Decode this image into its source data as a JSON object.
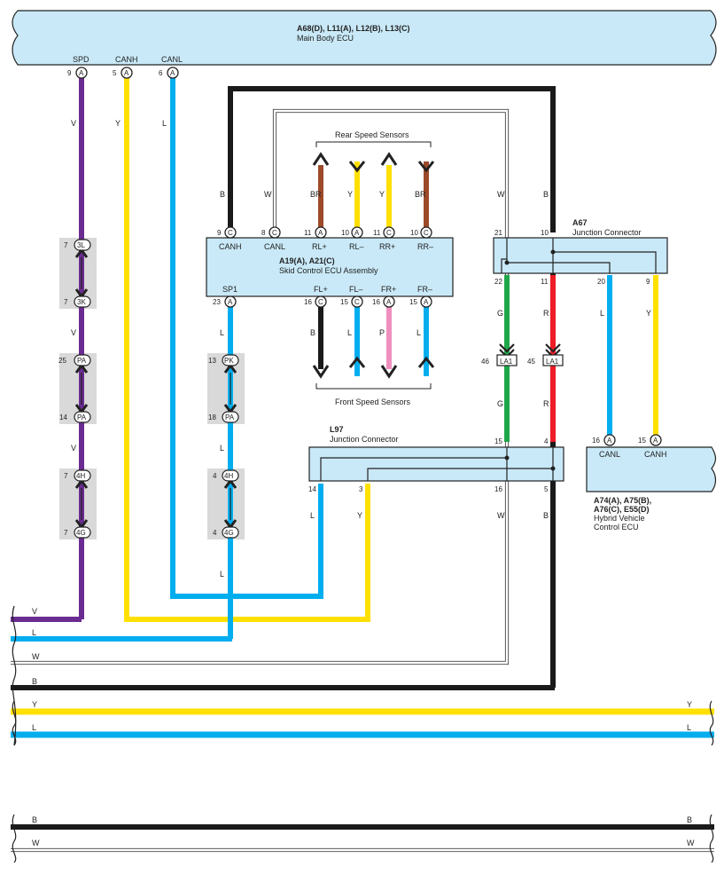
{
  "main_ecu": {
    "code": "A68(D), L11(A), L12(B), L13(C)",
    "name": "Main Body ECU"
  },
  "main_pins": {
    "spd": {
      "label": "SPD",
      "num": "9",
      "conn": "A"
    },
    "canh": {
      "label": "CANH",
      "num": "5",
      "conn": "A"
    },
    "canl": {
      "label": "CANL",
      "num": "6",
      "conn": "A"
    }
  },
  "skid": {
    "code": "A19(A), A21(C)",
    "name": "Skid Control ECU Assembly",
    "pins_top": [
      {
        "num": "9",
        "conn": "C",
        "label": "CANH",
        "wire": "B"
      },
      {
        "num": "8",
        "conn": "C",
        "label": "CANL",
        "wire": "W"
      },
      {
        "num": "11",
        "conn": "A",
        "label": "RL+",
        "wire": "BR"
      },
      {
        "num": "10",
        "conn": "A",
        "label": "RL–",
        "wire": "Y"
      },
      {
        "num": "11",
        "conn": "C",
        "label": "RR+",
        "wire": "Y"
      },
      {
        "num": "10",
        "conn": "C",
        "label": "RR–",
        "wire": "BR"
      }
    ],
    "pins_bottom": [
      {
        "num": "23",
        "conn": "A",
        "label": "SP1",
        "wire": "L"
      },
      {
        "num": "16",
        "conn": "C",
        "label": "FL+",
        "wire": "B"
      },
      {
        "num": "15",
        "conn": "C",
        "label": "FL–",
        "wire": "L"
      },
      {
        "num": "16",
        "conn": "A",
        "label": "FR+",
        "wire": "P"
      },
      {
        "num": "15",
        "conn": "A",
        "label": "FR–",
        "wire": "L"
      }
    ],
    "rear_sensors": "Rear Speed Sensors",
    "front_sensors": "Front Speed Sensors"
  },
  "a67": {
    "code": "A67",
    "name": "Junction Connector",
    "pins_top": [
      {
        "num": "21",
        "wire": "W"
      },
      {
        "num": "10",
        "wire": "B"
      }
    ],
    "pins_bottom": [
      {
        "num": "22",
        "wire": "G"
      },
      {
        "num": "11",
        "wire": "R"
      },
      {
        "num": "20",
        "wire": "L"
      },
      {
        "num": "9",
        "wire": "Y"
      }
    ]
  },
  "la1": [
    {
      "num": "46",
      "code": "LA1"
    },
    {
      "num": "45",
      "code": "LA1"
    }
  ],
  "l97": {
    "code": "L97",
    "name": "Junction Connector",
    "pins_top": [
      {
        "num": "15",
        "wire": "G"
      },
      {
        "num": "4",
        "wire": "R"
      }
    ],
    "pins_bottom": [
      {
        "num": "14",
        "wire": "L"
      },
      {
        "num": "3",
        "wire": "Y"
      },
      {
        "num": "16",
        "wire": "W"
      },
      {
        "num": "5",
        "wire": "B"
      }
    ]
  },
  "hybrid": {
    "line1": "A74(A), A75(B),",
    "line2": "A76(C), E55(D)",
    "name1": "Hybrid Vehicle",
    "name2": "Control ECU",
    "pins": [
      {
        "num": "16",
        "conn": "A",
        "label": "CANL"
      },
      {
        "num": "15",
        "conn": "A",
        "label": "CANH"
      }
    ]
  },
  "junctions_spd": [
    {
      "num": "7",
      "code": "3L"
    },
    {
      "num": "7",
      "code": "3K"
    },
    {
      "num": "25",
      "code": "PA"
    },
    {
      "num": "14",
      "code": "PA"
    },
    {
      "num": "7",
      "code": "4H"
    },
    {
      "num": "7",
      "code": "4G"
    }
  ],
  "junctions_sp1": [
    {
      "num": "13",
      "code": "PK"
    },
    {
      "num": "18",
      "code": "PA"
    },
    {
      "num": "4",
      "code": "4H"
    },
    {
      "num": "4",
      "code": "4G"
    }
  ],
  "wire_codes": {
    "spd": "V",
    "canh": "Y",
    "canl": "L",
    "g": "G",
    "r": "R"
  },
  "buses": [
    {
      "code": "V"
    },
    {
      "code": "L"
    },
    {
      "code": "W"
    },
    {
      "code": "B"
    },
    {
      "code": "Y"
    },
    {
      "code": "L"
    },
    {
      "code": "B"
    },
    {
      "code": "W"
    }
  ],
  "colors": {
    "V": "#6a2c91",
    "Y": "#ffe000",
    "L": "#00aeef",
    "B": "#1a1a1a",
    "W": "#ffffff",
    "BR": "#9c4a2a",
    "G": "#1fa64a",
    "R": "#ee1c25",
    "P": "#ef8fbf",
    "box": "#c9e9f8"
  }
}
